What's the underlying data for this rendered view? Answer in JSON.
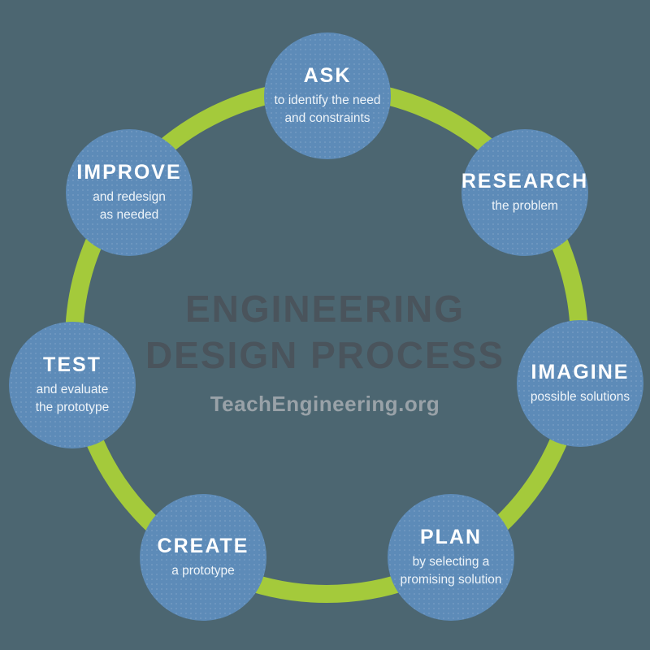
{
  "diagram": {
    "title_line1": "ENGINEERING",
    "title_line2": "DESIGN PROCESS",
    "website": "TeachEngineering.org"
  },
  "steps": [
    {
      "name": "ask",
      "title": "ASK",
      "description": "to identify the need\nand constraints"
    },
    {
      "name": "research",
      "title": "RESEARCH",
      "description": "the problem"
    },
    {
      "name": "imagine",
      "title": "IMAGINE",
      "description": "possible solutions"
    },
    {
      "name": "plan",
      "title": "PLAN",
      "description": "by selecting a\npromising solution"
    },
    {
      "name": "create",
      "title": "CREATE",
      "description": "a prototype"
    },
    {
      "name": "test",
      "title": "TEST",
      "description": "and evaluate\nthe prototype"
    },
    {
      "name": "improve",
      "title": "IMPROVE",
      "description": "and redesign\nas needed"
    }
  ],
  "colors": {
    "background": "#4c6671",
    "circle-blue": "#5d8bb8",
    "ring-green": "#a4ca3b",
    "title-gray": "#4a545c",
    "website-gray": "#99a2a8",
    "text-white": "#ffffff"
  }
}
